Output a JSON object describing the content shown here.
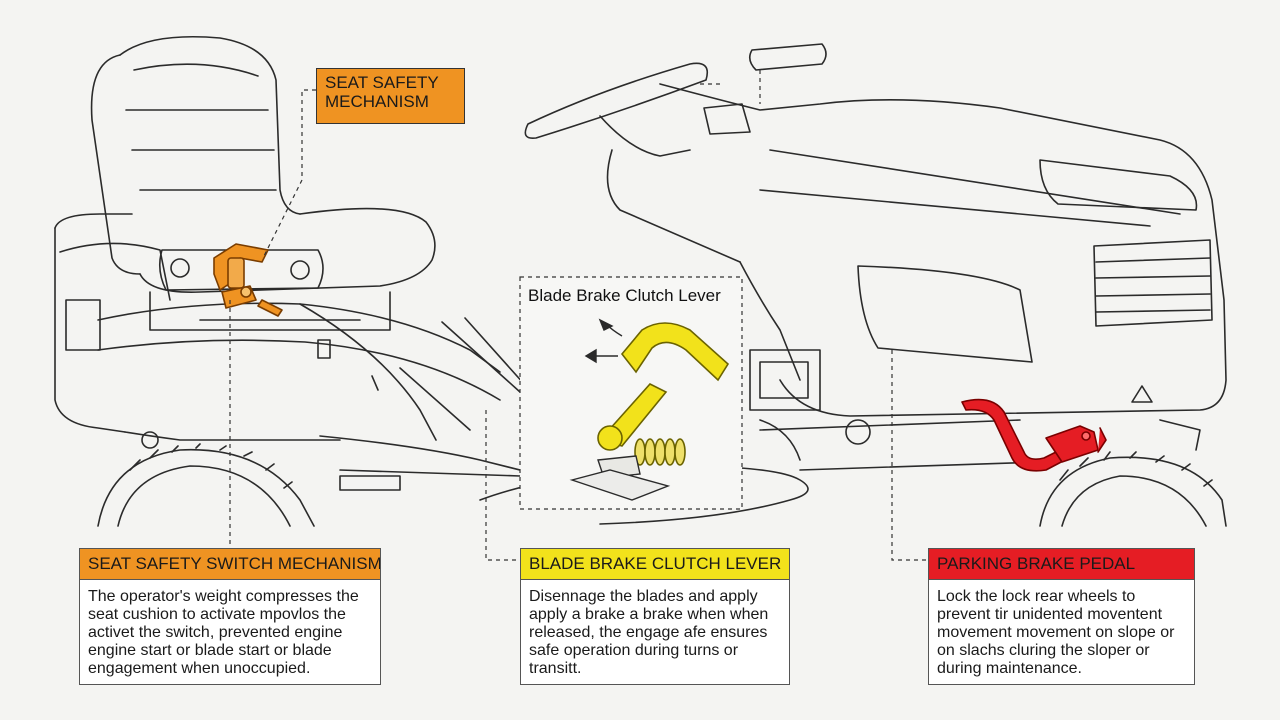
{
  "colors": {
    "seat_accent": "#ef9322",
    "blade_accent": "#f2e21b",
    "brake_accent": "#e51d24",
    "line": "#2b2b2b",
    "background": "#f4f4f2"
  },
  "callouts": {
    "seat_tag": "SEAT SAFETY\nMECHANISM",
    "inset_title": "Blade Brake Clutch Lever"
  },
  "panels": {
    "seat": {
      "title": "SEAT SAFETY SWITCH MECHANISM",
      "body": "The operator's weight compresses the seat cushion to activate mpovlos the activet the switch, prevented engine engine start or blade start or blade engagement when unoccupied."
    },
    "blade": {
      "title": "BLADE BRAKE CLUTCH LEVER",
      "body": "Disennage the blades and apply apply a brake a brake when when released, the engage afe ensures safe operation during turns or transitt."
    },
    "brake": {
      "title": "PARKING BRAKE PEDAL",
      "body": "Lock the lock rear wheels to prevent tir unidented moventent movement movement on slope or on slachs cluring the sloper or during maintenance."
    }
  }
}
